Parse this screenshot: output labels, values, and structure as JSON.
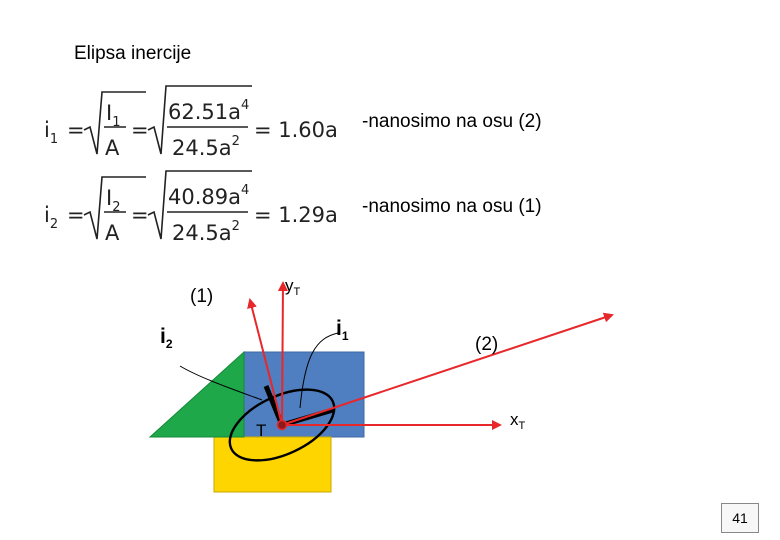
{
  "title": "Elipsa inercije",
  "formulas": [
    {
      "lhs_base": "i",
      "lhs_sub": "1",
      "frac1_num_base": "I",
      "frac1_num_sub": "1",
      "frac1_den": "A",
      "frac2_num": "62.51a",
      "frac2_num_exp": "4",
      "frac2_den": "24.5a",
      "frac2_den_exp": "2",
      "result": "= 1.60a",
      "note": "-nanosimo na osu (2)"
    },
    {
      "lhs_base": "i",
      "lhs_sub": "2",
      "frac1_num_base": "I",
      "frac1_num_sub": "2",
      "frac1_den": "A",
      "frac2_num": "40.89a",
      "frac2_num_exp": "4",
      "frac2_den": "24.5a",
      "frac2_den_exp": "2",
      "result": "= 1.29a",
      "note": "-nanosimo na osu (1)"
    }
  ],
  "equals_sign": "=",
  "diagram": {
    "axis_y_label": "y",
    "axis_y_sub": "T",
    "axis_x_label": "x",
    "axis_x_sub": "T",
    "centroid_label": "T",
    "axis1_label": "(1)",
    "axis2_label": "(2)",
    "i1_label": "i",
    "i1_sub": "1",
    "i2_label": "i",
    "i2_sub": "2",
    "colors": {
      "blue_rect": "#4f7fc0",
      "yellow_rect": "#ffd500",
      "green_triangle": "#1ea84a",
      "axes": "#e8272b",
      "outline": "#000000"
    }
  },
  "page_number": "41"
}
